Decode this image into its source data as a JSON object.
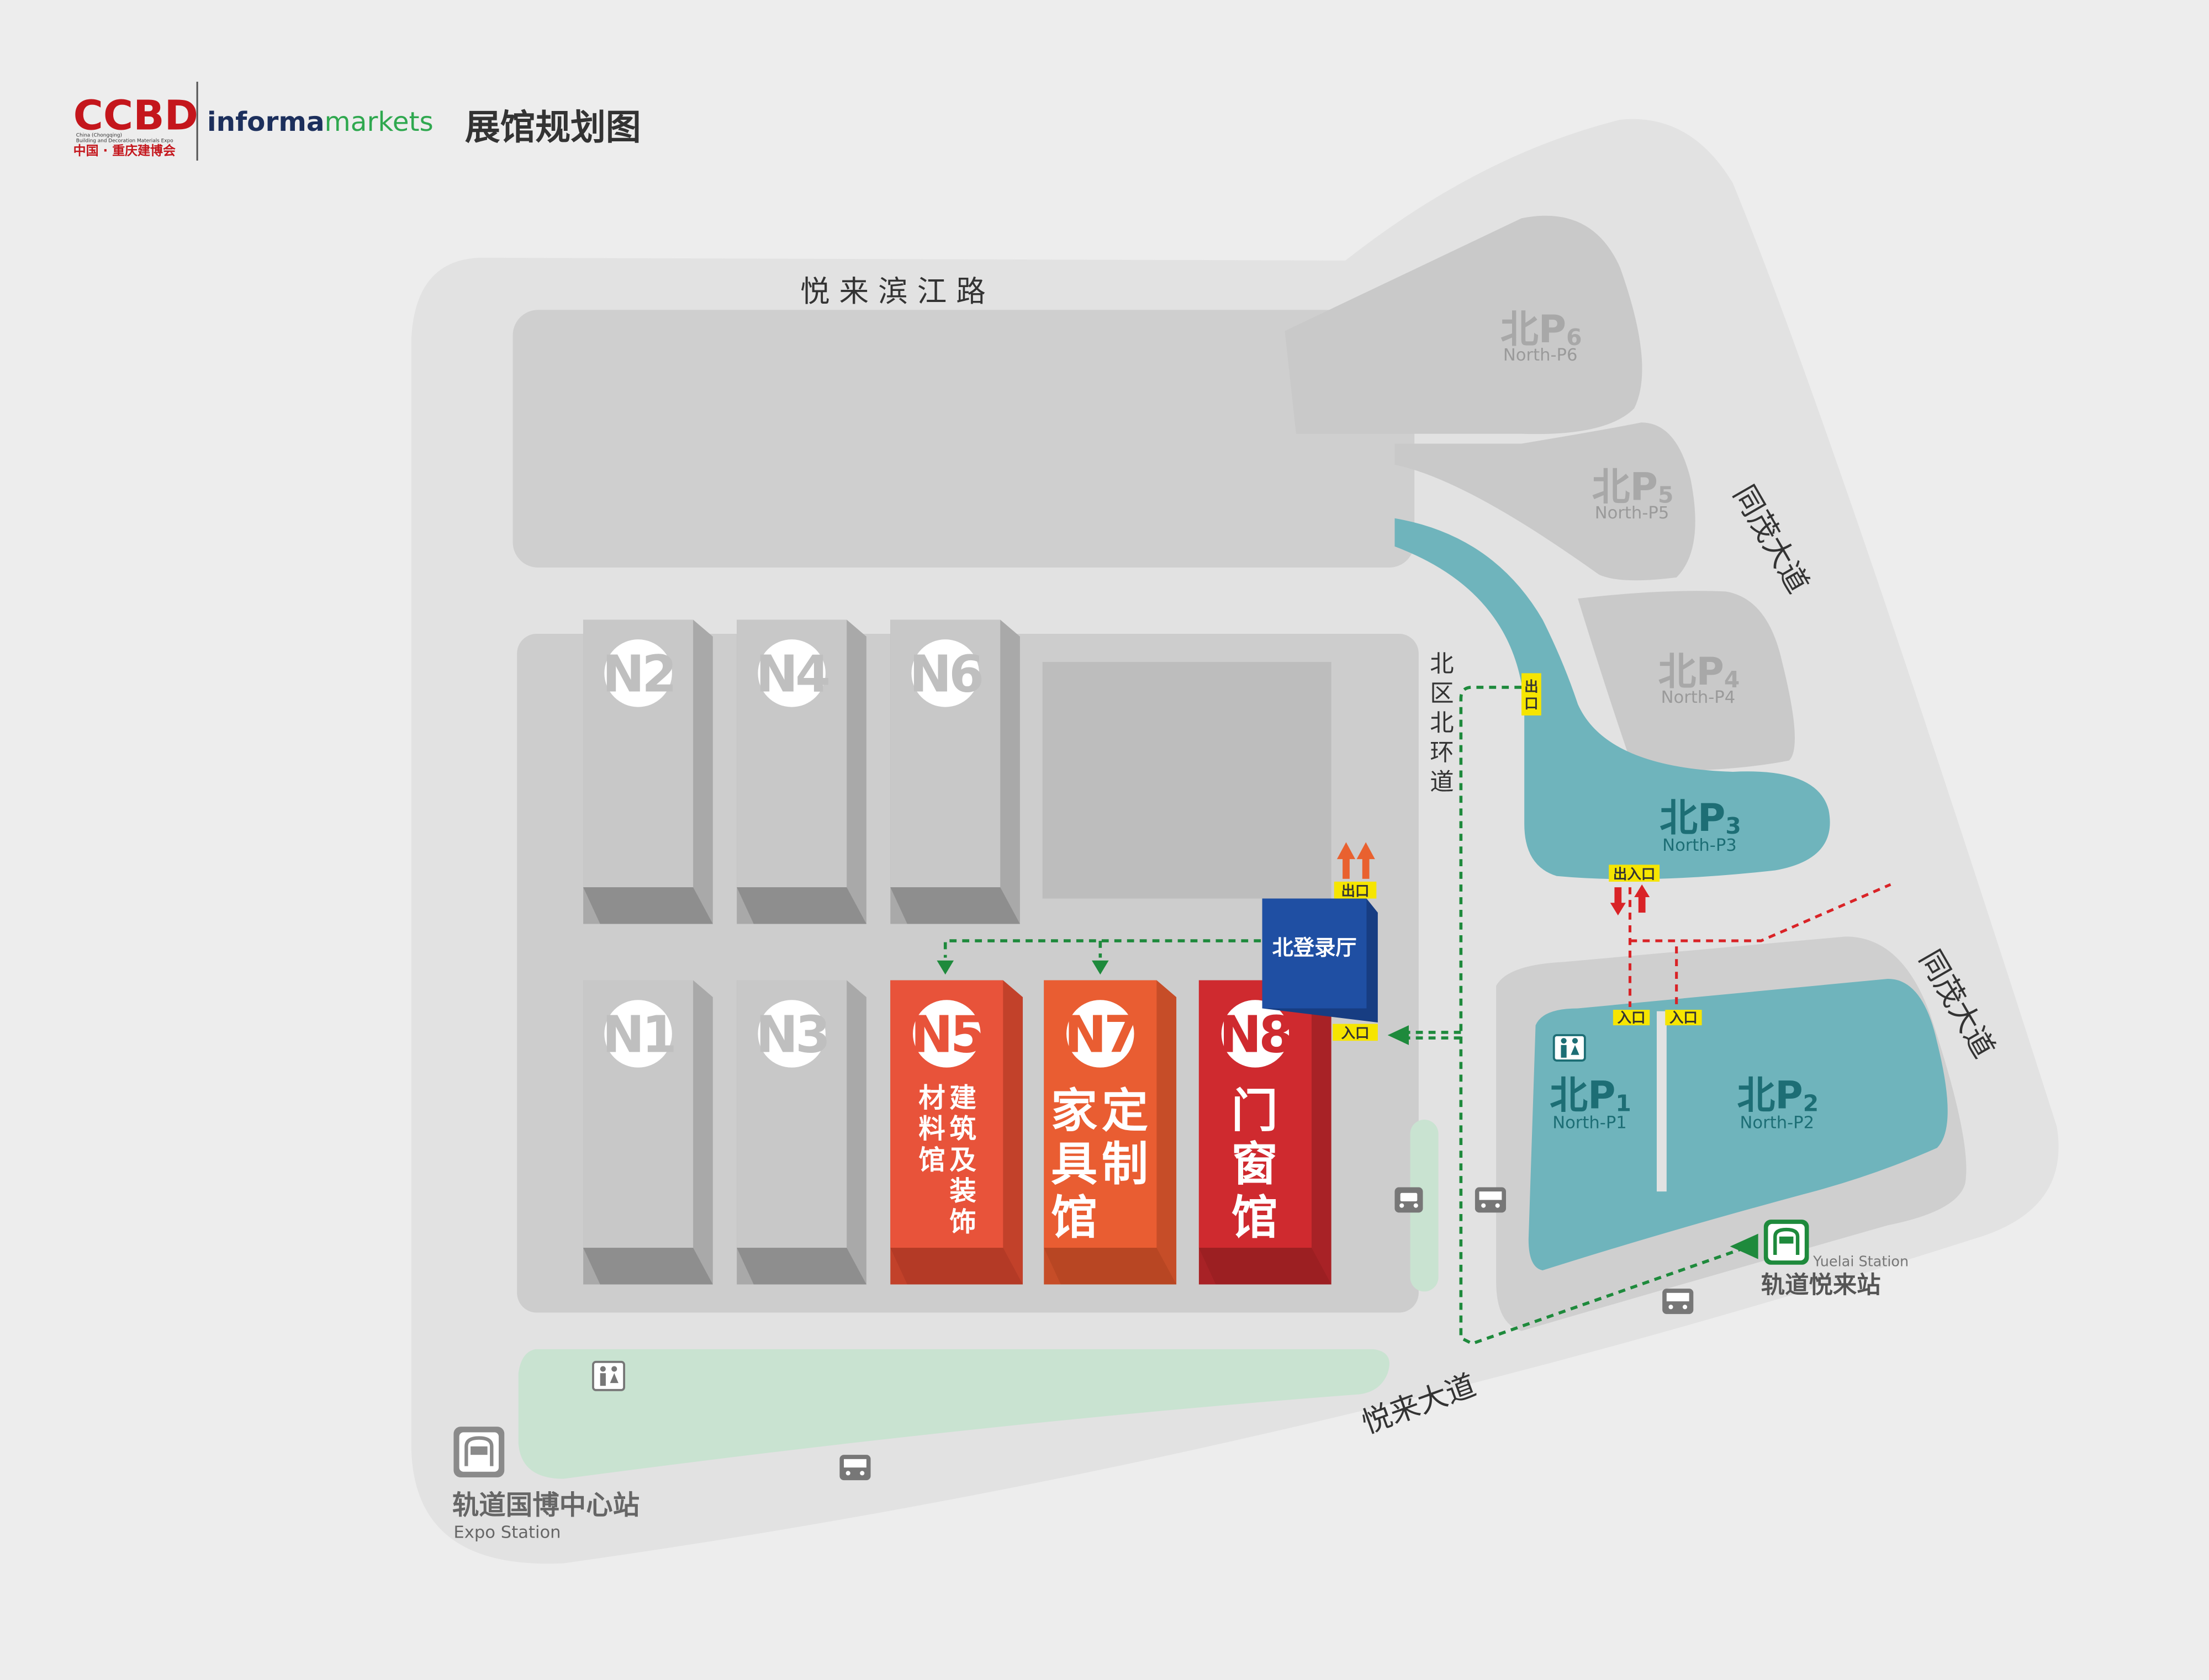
{
  "header": {
    "logo_main": "CCBD",
    "logo_en_line1": "China (Chongqing)",
    "logo_en_line2": "Building and Decoration Materials Expo",
    "logo_cn": "中国 · 重庆建博会",
    "brand_part1": "informa",
    "brand_part2": "markets",
    "title": "展馆规划图"
  },
  "roads": {
    "north": "悦 来 滨 江 路",
    "east_upper": "同茂大道",
    "east_lower": "同茂大道",
    "south": "悦来大道",
    "inner": "北区北环道"
  },
  "halls": [
    {
      "id": "N2",
      "label": "N2",
      "active": false
    },
    {
      "id": "N4",
      "label": "N4",
      "active": false
    },
    {
      "id": "N6",
      "label": "N6",
      "active": false
    },
    {
      "id": "N1",
      "label": "N1",
      "active": false
    },
    {
      "id": "N3",
      "label": "N3",
      "active": false
    },
    {
      "id": "N5",
      "label": "N5",
      "active": true,
      "name": "建筑及装饰材料馆",
      "color": "#e8533a"
    },
    {
      "id": "N7",
      "label": "N7",
      "active": true,
      "name": "定制家具馆",
      "color": "#e95d32"
    },
    {
      "id": "N8",
      "label": "N8",
      "active": true,
      "name": "门窗馆",
      "color": "#cf2a2f"
    }
  ],
  "registration": {
    "label": "北登录厅",
    "color": "#1f4fa3"
  },
  "parking": [
    {
      "cn": "北P",
      "sub": "6",
      "en": "North-P6",
      "style": "grey"
    },
    {
      "cn": "北P",
      "sub": "5",
      "en": "North-P5",
      "style": "grey"
    },
    {
      "cn": "北P",
      "sub": "4",
      "en": "North-P4",
      "style": "grey"
    },
    {
      "cn": "北P",
      "sub": "3",
      "en": "North-P3",
      "style": "teal"
    },
    {
      "cn": "北P",
      "sub": "1",
      "en": "North-P1",
      "style": "teal"
    },
    {
      "cn": "北P",
      "sub": "2",
      "en": "North-P2",
      "style": "teal"
    }
  ],
  "tags": {
    "exit_top": "出口",
    "exit_reg": "出口",
    "entrance_reg": "入口",
    "entry_exit": "出入口",
    "entrance_p1": "入口",
    "entrance_p2": "入口"
  },
  "stations": {
    "expo_cn": "轨道国博中心站",
    "expo_en": "Expo Station",
    "yuelai_en": "Yuelai Station",
    "yuelai_cn": "轨道悦来站"
  },
  "colors": {
    "background": "#ededed",
    "teal": "#6fb4bc",
    "green_zone": "#c9e3d1",
    "yellow_tag": "#f6e500",
    "green_path": "#1e8a3c",
    "red_path": "#d92327"
  },
  "icons": [
    "restroom-icon",
    "bus-icon",
    "taxi-icon",
    "metro-icon",
    "arrow-icon"
  ]
}
